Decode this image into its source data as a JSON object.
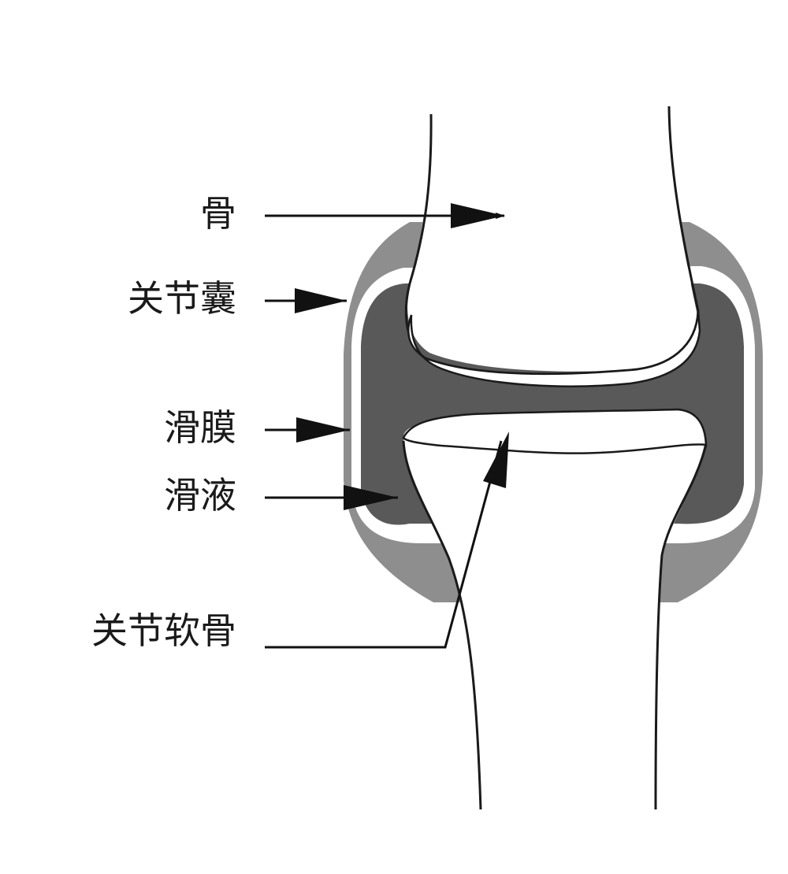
{
  "labels": {
    "bone": "骨",
    "joint_capsule": "关节囊",
    "synovial_membrane": "滑膜",
    "synovial_fluid": "滑液",
    "articular_cartilage": "关节软骨"
  },
  "colors": {
    "background": "#ffffff",
    "outline": "#1a1a1a",
    "joint_capsule": "#8c8c8c",
    "synovial_fluid_cavity": "#5a5a5a",
    "cartilage": "#ffffff"
  }
}
